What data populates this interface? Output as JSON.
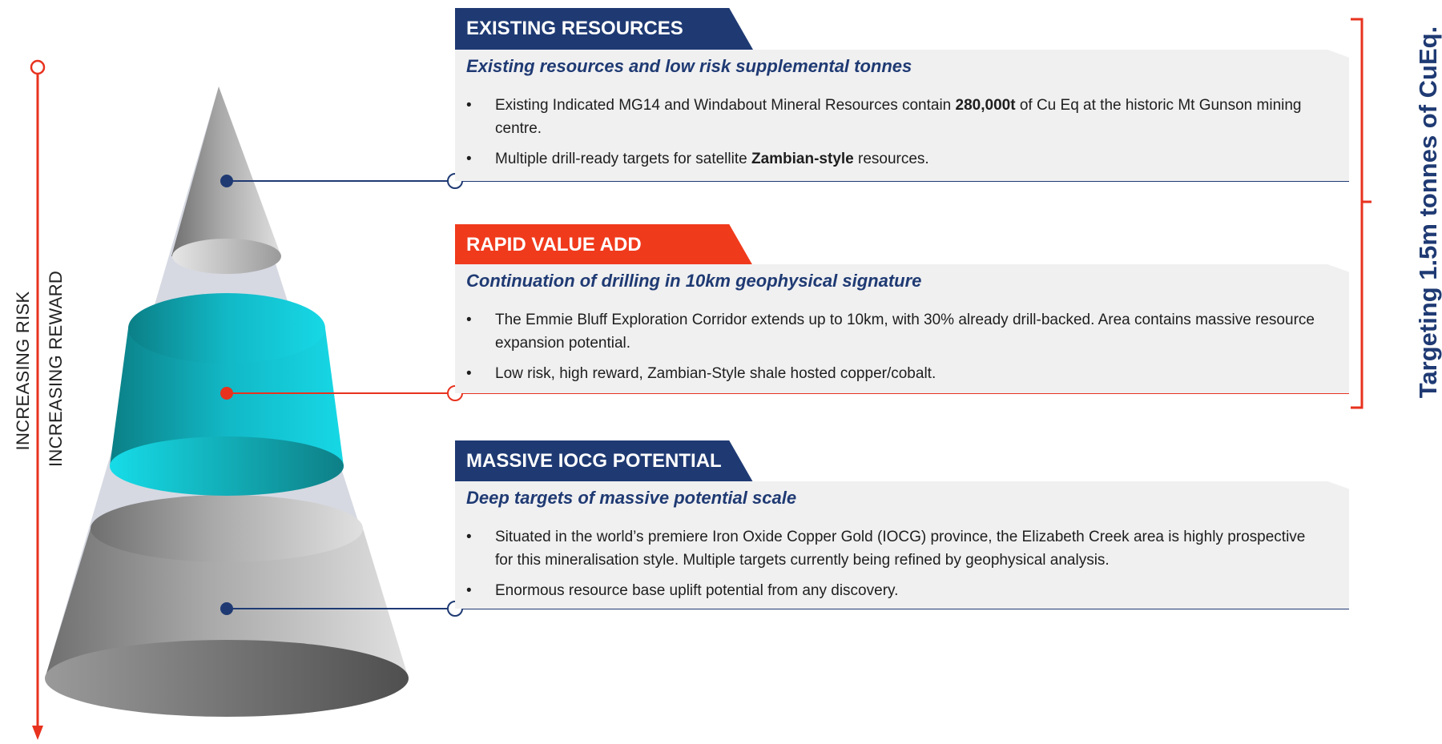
{
  "axis": {
    "risk_label": "INCREASING RISK",
    "reward_label": "INCREASING REWARD"
  },
  "target_bracket": {
    "text": "Targeting 1.5m tonnes of CuEq."
  },
  "colors": {
    "navy": "#1f3a73",
    "red": "#e8321e",
    "teal": "#12c8d6",
    "panel_bg": "#f0f0f1"
  },
  "sections": [
    {
      "tab": "EXISTING RESOURCES",
      "tab_color": "#1f3a73",
      "subtitle": "Existing resources and low risk supplemental tonnes",
      "bullets": [
        {
          "prefix": "Existing Indicated MG14 and Windabout Mineral Resources contain ",
          "bold": "280,000t",
          "suffix": " of Cu Eq at the historic Mt Gunson mining centre."
        },
        {
          "prefix": "Multiple drill-ready targets for satellite ",
          "bold": "Zambian-style",
          "suffix": " resources."
        }
      ]
    },
    {
      "tab": "RAPID VALUE ADD",
      "tab_color": "#f03a1c",
      "subtitle": "Continuation of drilling in 10km geophysical signature",
      "bullets": [
        {
          "prefix": "The Emmie Bluff Exploration Corridor extends up to 10km, with 30% already drill-backed. Area contains massive resource expansion potential.",
          "bold": "",
          "suffix": ""
        },
        {
          "prefix": "Low risk, high reward, Zambian-Style shale hosted copper/cobalt.",
          "bold": "",
          "suffix": ""
        }
      ]
    },
    {
      "tab": "MASSIVE IOCG POTENTIAL",
      "tab_color": "#1f3a73",
      "subtitle": "Deep targets of massive potential scale",
      "bullets": [
        {
          "prefix": "Situated in the world’s premiere Iron Oxide Copper Gold (IOCG) province, the Elizabeth Creek area is highly prospective for this mineralisation style. Multiple targets currently being refined by geophysical analysis.",
          "bold": "",
          "suffix": ""
        },
        {
          "prefix": "Enormous resource base uplift potential from any discovery.",
          "bold": "",
          "suffix": ""
        }
      ]
    }
  ],
  "bullet_symbol": "•"
}
